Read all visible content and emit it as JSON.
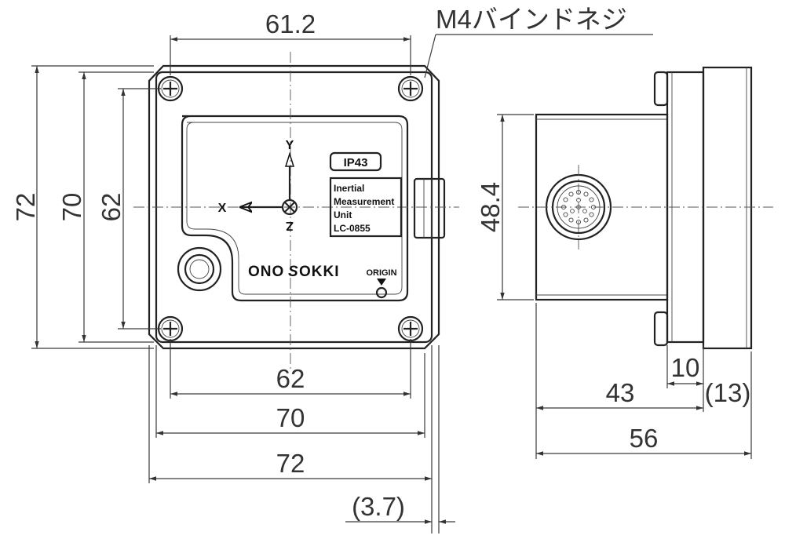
{
  "callout": {
    "screw": "M4バインドネジ"
  },
  "label_plate": {
    "rating": "IP43",
    "line1": "Inertial",
    "line2": "Measurement",
    "line3": "Unit",
    "line4": "LC-0855"
  },
  "brand": {
    "left": "ONO",
    "right": "OKKI",
    "s": "S"
  },
  "origin_label": "ORIGIN",
  "axes": {
    "x": "X",
    "y": "Y",
    "z": "Z"
  },
  "dimensions": {
    "top_hole_pitch": "61.2",
    "height_outer": "72",
    "height_body": "70",
    "height_holes": "62",
    "width_holes": "62",
    "width_body": "70",
    "width_outer": "72",
    "flange_offset": "(3.7)",
    "connector_height": "48.4",
    "flange_thickness": "10",
    "depth_body": "43",
    "connector_length": "(13)",
    "depth_total": "56"
  }
}
